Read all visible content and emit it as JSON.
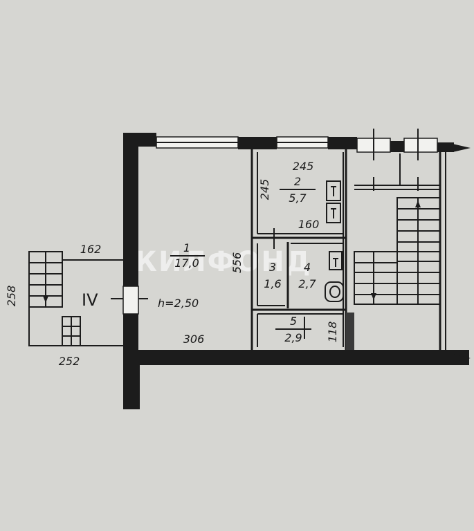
{
  "watermark": "ЖИЛФОНД",
  "section_marker": "IV",
  "ceiling_height": "h=2,50",
  "rooms": [
    {
      "number": "1",
      "area": "17,0"
    },
    {
      "number": "2",
      "area": "5,7"
    },
    {
      "number": "3",
      "area": "1,6"
    },
    {
      "number": "4",
      "area": "2,7"
    },
    {
      "number": "5",
      "area": "2,9"
    }
  ],
  "dimensions": {
    "room1_width": "306",
    "room1_length": "556",
    "room2_width": "245",
    "room2_depth": "245",
    "room2_bottom": "160",
    "room5_depth": "118",
    "stair_top": "162",
    "stair_height": "258",
    "stair_bottom": "252"
  }
}
